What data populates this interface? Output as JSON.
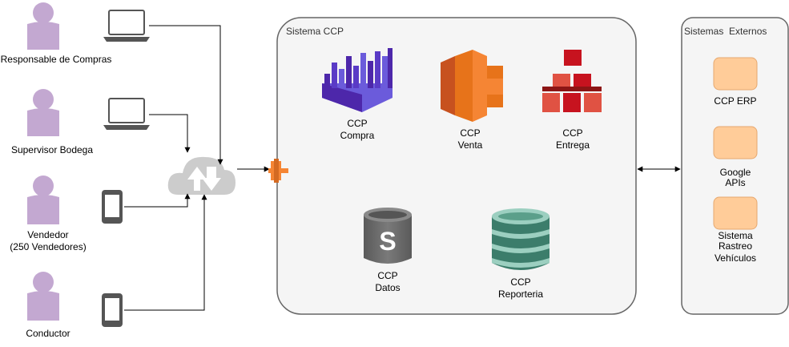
{
  "actors": [
    {
      "label": "Responsable de Compras",
      "device": "laptop"
    },
    {
      "label": "Supervisor Bodega",
      "device": "laptop"
    },
    {
      "label": "Vendedor",
      "label2": "(250 Vendedores)",
      "device": "mobile"
    },
    {
      "label": "Conductor",
      "device": "mobile"
    }
  ],
  "sistema_ccp": {
    "title": "Sistema CCP",
    "components": [
      {
        "line1": "CCP",
        "line2": "Compra",
        "icon": "kinesis-icon",
        "color": "#4D27AA"
      },
      {
        "line1": "CCP",
        "line2": "Venta",
        "icon": "lambda-icon",
        "color": "#E7731A"
      },
      {
        "line1": "CCP",
        "line2": "Entrega",
        "icon": "ecs-icon",
        "color": "#C7131F"
      },
      {
        "line1": "CCP",
        "line2": "Datos",
        "icon": "s3-bucket-icon",
        "color": "#666666"
      },
      {
        "line1": "CCP",
        "line2": "Reporteria",
        "icon": "dynamodb-icon",
        "color": "#5B9F8A"
      }
    ]
  },
  "externos": {
    "title": "Sistemas  Externos",
    "items": [
      {
        "line1": "CCP ERP"
      },
      {
        "line1": "Google",
        "line2": "APIs"
      },
      {
        "line1": "Sistema",
        "line2": "Rastreo",
        "line3": "Vehículos"
      }
    ]
  },
  "colors": {
    "actor": "#C3A8D1",
    "external_box": "#FFCC99",
    "container_fill": "#F5F5F5",
    "container_stroke": "#666666",
    "cloud": "#CCCCCC",
    "gateway": "#F58534"
  }
}
